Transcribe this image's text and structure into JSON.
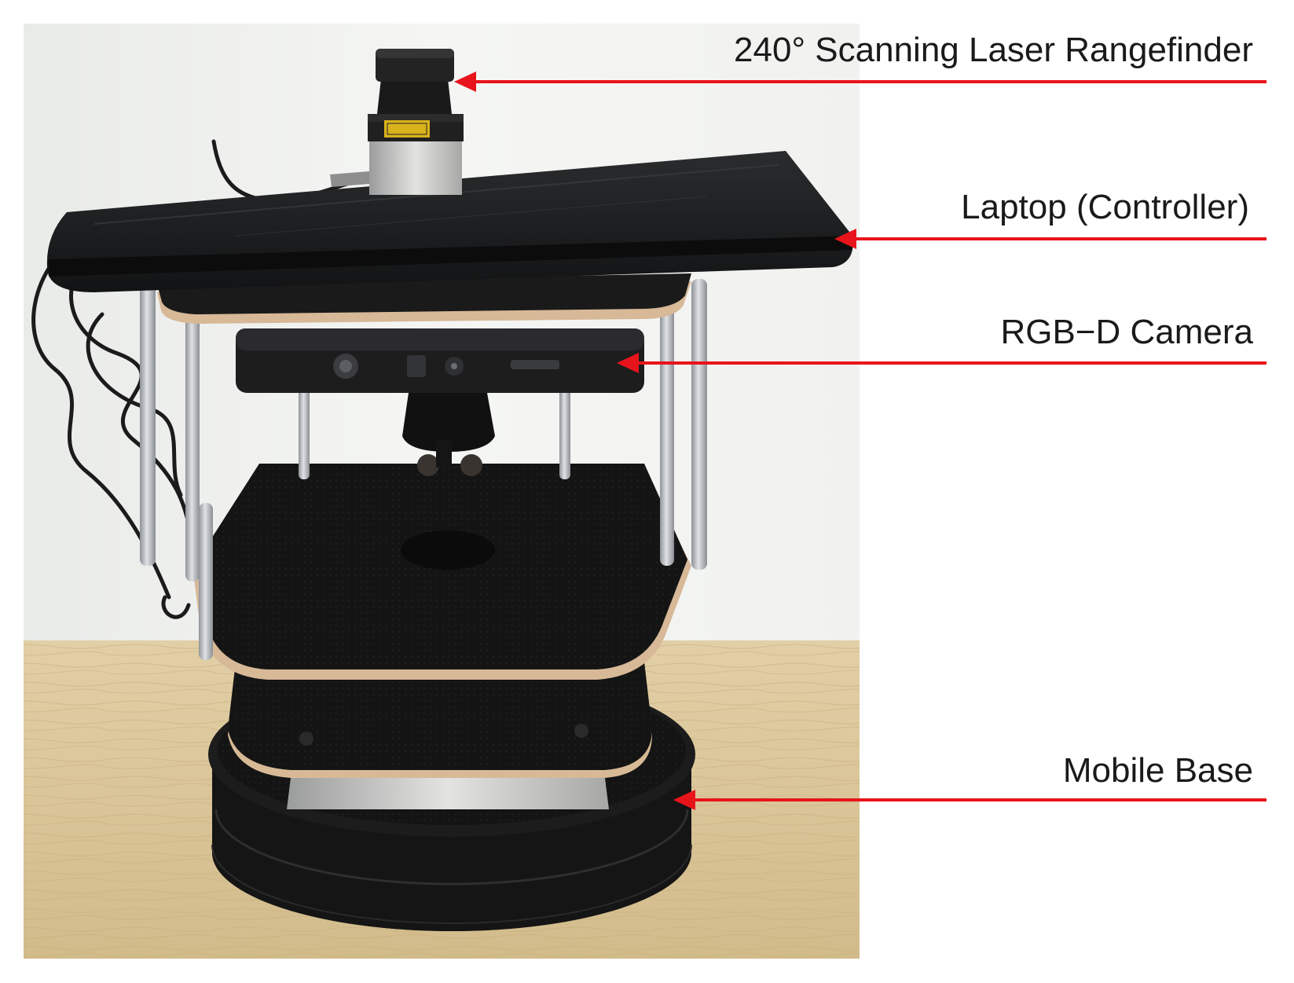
{
  "annotations": [
    {
      "id": "laser",
      "text": "240° Scanning Laser Rangefinder"
    },
    {
      "id": "laptop",
      "text": "Laptop (Controller)"
    },
    {
      "id": "camera",
      "text": "RGB−D Camera"
    },
    {
      "id": "base",
      "text": "Mobile Base"
    }
  ],
  "colors": {
    "arrow": "#e8141b",
    "wall": "#f3f3f1",
    "floor": "#dcc79a",
    "robot": "#141414",
    "pole": "#b8bcc0",
    "board_edge": "#d7b897",
    "label": "#1a1a1a"
  }
}
